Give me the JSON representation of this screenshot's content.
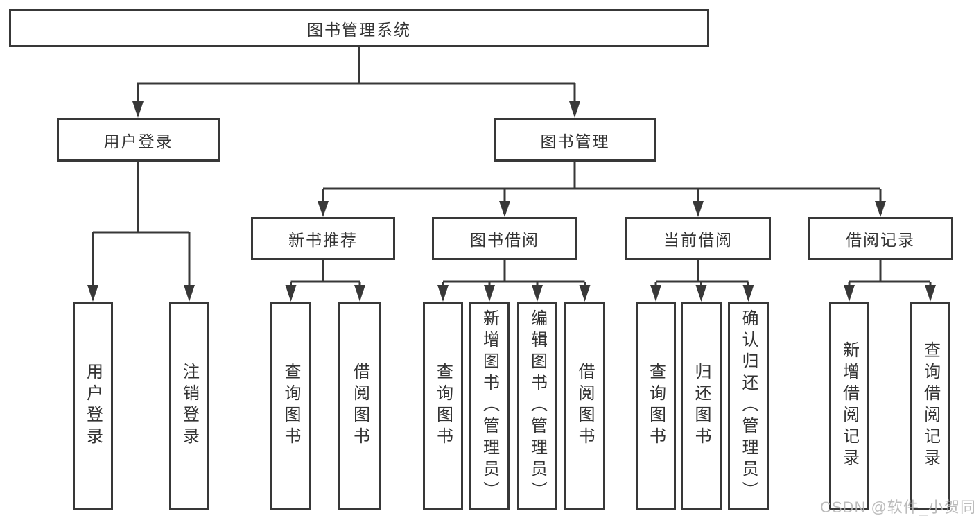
{
  "tree": {
    "root": {
      "label": "图书管理系统"
    },
    "level2": {
      "user_login": {
        "label": "用户登录"
      },
      "book_mgmt": {
        "label": "图书管理"
      }
    },
    "level3": {
      "new_book_rec": {
        "label": "新书推荐"
      },
      "book_borrow": {
        "label": "图书借阅"
      },
      "current_borrow": {
        "label": "当前借阅"
      },
      "borrow_records": {
        "label": "借阅记录"
      }
    },
    "leaves": {
      "user_login_login": {
        "label": "用户登录"
      },
      "user_login_logout": {
        "label": "注销登录"
      },
      "new_book_query": {
        "label": "查询图书"
      },
      "new_book_borrow": {
        "label": "借阅图书"
      },
      "borrow_query": {
        "label": "查询图书"
      },
      "borrow_add": {
        "label": "新增图书（管理员）"
      },
      "borrow_edit": {
        "label": "编辑图书（管理员）"
      },
      "borrow_borrow": {
        "label": "借阅图书"
      },
      "current_query": {
        "label": "查询图书"
      },
      "current_return": {
        "label": "归还图书"
      },
      "current_confirm": {
        "label": "确认归还（管理员）"
      },
      "records_add": {
        "label": "新增借阅记录"
      },
      "records_query": {
        "label": "查询借阅记录"
      }
    }
  },
  "watermark": {
    "text": "CSDN @软件_小贺同学"
  },
  "colors": {
    "line": "#383838",
    "text": "#333333",
    "watermark": "#b5b5b5",
    "background": "#ffffff"
  }
}
